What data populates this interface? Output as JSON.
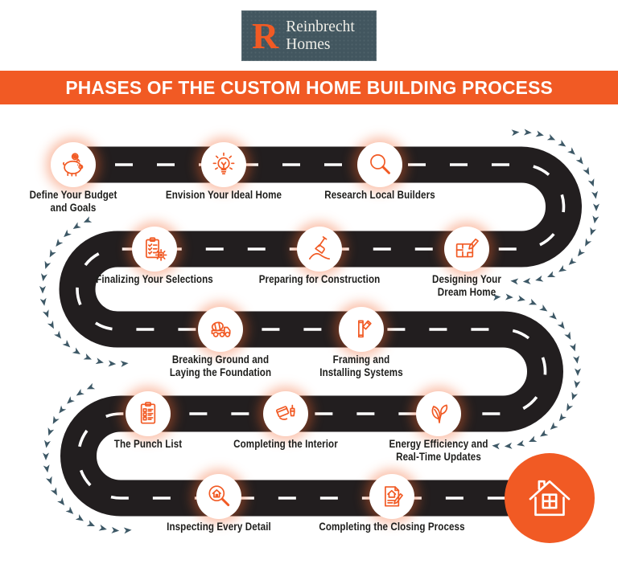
{
  "logo": {
    "mark": "R",
    "line1": "Reinbrecht",
    "line2": "Homes"
  },
  "banner": {
    "title": "PHASES OF THE CUSTOM HOME BUILDING PROCESS"
  },
  "colors": {
    "orange": "#F15A24",
    "road": "#221E1F",
    "arrow": "#3D5866",
    "logobg": "#42565F",
    "ink": "#1D1D1B"
  },
  "steps": [
    {
      "label": "Define Your Budget\nand Goals",
      "icon": "piggy-bank-icon"
    },
    {
      "label": "Envision Your Ideal Home",
      "icon": "lightbulb-icon"
    },
    {
      "label": "Research Local Builders",
      "icon": "magnifier-icon"
    },
    {
      "label": "Designing Your\nDream Home",
      "icon": "blueprint-pencil-icon"
    },
    {
      "label": "Preparing for Construction",
      "icon": "shovel-icon"
    },
    {
      "label": "Finalizing Your Selections",
      "icon": "checklist-gear-icon"
    },
    {
      "label": "Breaking Ground and\nLaying the Foundation",
      "icon": "cement-truck-icon"
    },
    {
      "label": "Framing and\nInstalling Systems",
      "icon": "lumber-icon"
    },
    {
      "label": "Energy Efficiency and\nReal-Time Updates",
      "icon": "leaf-icon"
    },
    {
      "label": "Completing the Interior",
      "icon": "paint-brush-icon"
    },
    {
      "label": "The Punch List",
      "icon": "punch-list-icon"
    },
    {
      "label": "Inspecting Every Detail",
      "icon": "house-magnifier-icon"
    },
    {
      "label": "Completing the Closing Process",
      "icon": "closing-document-icon"
    }
  ],
  "finish": {
    "icon": "house-icon"
  }
}
